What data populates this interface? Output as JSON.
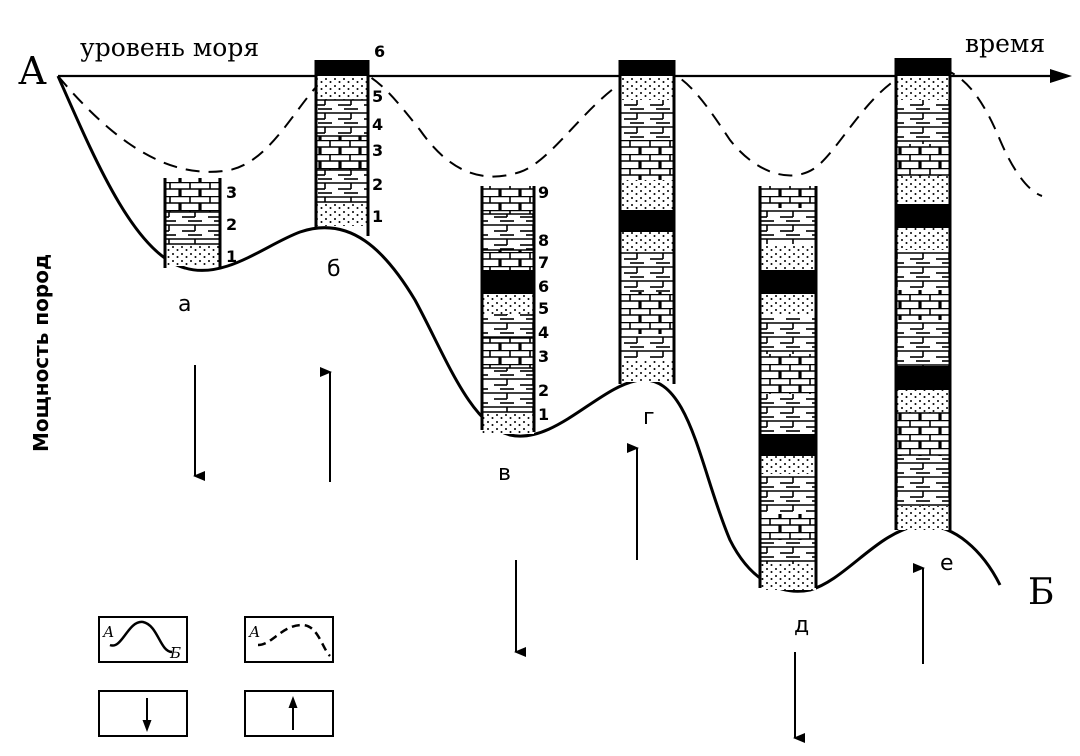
{
  "labels": {
    "point_start": "А",
    "point_end": "Б",
    "sea_level": "уровень моря",
    "time": "время",
    "thickness": "Мощность пород"
  },
  "sections": [
    {
      "key": "a",
      "letter": "а",
      "layers": [
        "1",
        "2",
        "3"
      ]
    },
    {
      "key": "b",
      "letter": "б",
      "layers": [
        "1",
        "2",
        "3",
        "4",
        "5",
        "6"
      ]
    },
    {
      "key": "v",
      "letter": "в",
      "layers": [
        "1",
        "2",
        "3",
        "4",
        "5",
        "6",
        "7",
        "8",
        "9"
      ]
    },
    {
      "key": "g",
      "letter": "г",
      "layers": []
    },
    {
      "key": "d",
      "letter": "д",
      "layers": []
    },
    {
      "key": "e",
      "letter": "е",
      "layers": []
    }
  ],
  "movements": [
    {
      "section": "а",
      "direction": "down"
    },
    {
      "section": "б",
      "direction": "up"
    },
    {
      "section": "в",
      "direction": "down"
    },
    {
      "section": "г",
      "direction": "up"
    },
    {
      "section": "д",
      "direction": "down"
    },
    {
      "section": "е",
      "direction": "up"
    }
  ],
  "legend": {
    "solid_curve_letters": {
      "start": "А",
      "end": "Б"
    },
    "dashed_curve_letters": {
      "start": "А"
    },
    "items": [
      "solid-curve",
      "dashed-curve",
      "subsidence-arrow",
      "uplift-arrow"
    ]
  },
  "colors": {
    "ink": "#000000",
    "paper": "#ffffff"
  }
}
